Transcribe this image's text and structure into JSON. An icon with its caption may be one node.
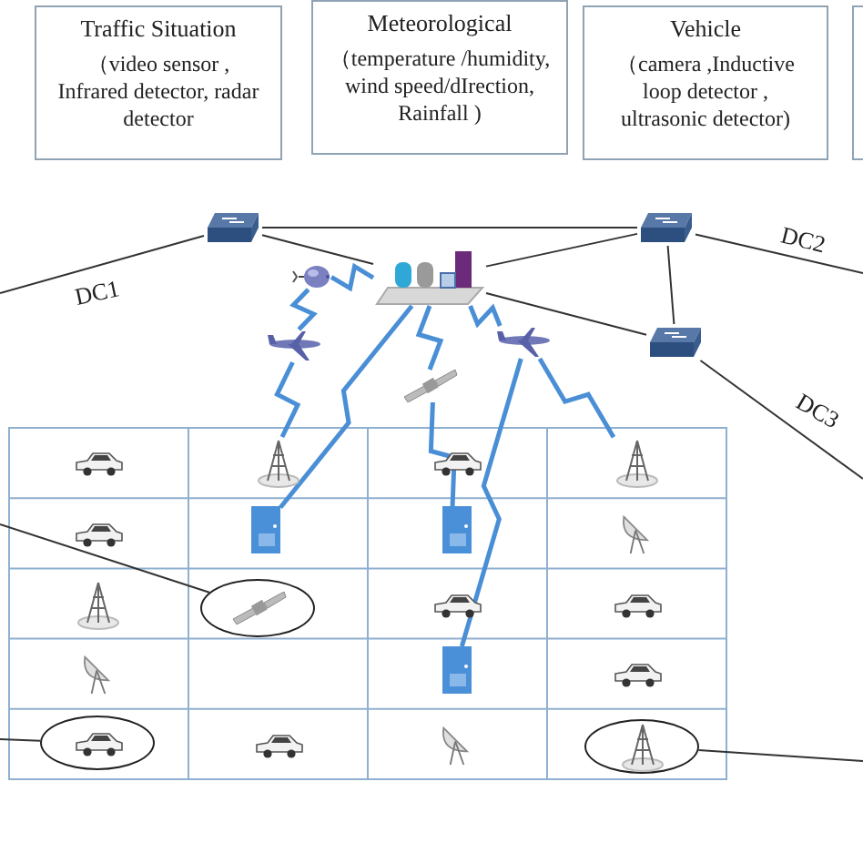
{
  "diagram": {
    "nodes": [
      {
        "text": [
          "Traffic Situation",
          "（video sensor , Infrared detector, radar detector"
        ]
      },
      {
        "text": [
          "Meteorological",
          "（temperature /humidity, wind speed/dIrection, Rainfall )"
        ]
      },
      {
        "text": [
          "Vehicle",
          "（camera ,Inductive loop detector , ultrasonic detector)"
        ]
      },
      {
        "text": [],
        "shape": "box"
      },
      {
        "text": [],
        "shape": "picture"
      },
      {
        "text": [],
        "shape": "picture"
      },
      {
        "text": [],
        "shape": "picture"
      },
      {
        "text": [],
        "shape": "picture"
      },
      {
        "text": [],
        "shape": "picture"
      },
      {
        "text": [],
        "shape": "picture"
      },
      {
        "text": [],
        "shape": "picture"
      },
      {
        "text": [],
        "shape": "picture"
      },
      {
        "text": [],
        "shape": "picture"
      },
      {
        "text": [],
        "shape": "picture"
      },
      {
        "text": [],
        "shape": "picture"
      },
      {
        "text": [],
        "shape": "picture"
      },
      {
        "text": [],
        "shape": "picture"
      },
      {
        "text": [],
        "shape": "ellipse"
      },
      {
        "text": [],
        "shape": "ellipse"
      },
      {
        "text": [],
        "shape": "ellipse"
      }
    ],
    "edges": [
      {
        "from": 4,
        "to": 5,
        "arrow": "none"
      },
      {
        "from": 4,
        "to": 7,
        "arrow": "none"
      },
      {
        "from": 5,
        "to": 7,
        "arrow": "none"
      },
      {
        "from": 5,
        "to": 6,
        "arrow": "none"
      },
      {
        "from": 7,
        "to": 6,
        "arrow": "none"
      },
      {
        "from": 4,
        "to": null,
        "arrow": "none",
        "label": "DC1"
      },
      {
        "from": 5,
        "to": null,
        "arrow": "none",
        "label": "DC2"
      },
      {
        "from": 6,
        "to": null,
        "arrow": "none",
        "label": "DC3"
      },
      {
        "from": 7,
        "to": 8,
        "arrow": "none",
        "style": "thick",
        "color": "#4a8fd6"
      },
      {
        "from": 8,
        "to": 9,
        "arrow": "none",
        "style": "thick",
        "color": "#4a8fd6"
      },
      {
        "from": 9,
        "to": 12,
        "arrow": "none",
        "style": "thick",
        "color": "#4a8fd6"
      },
      {
        "from": 7,
        "to": 13,
        "arrow": "none",
        "style": "thick",
        "color": "#4a8fd6"
      },
      {
        "from": 7,
        "to": 10,
        "arrow": "none",
        "style": "thick",
        "color": "#4a8fd6"
      },
      {
        "from": 10,
        "to": 14,
        "arrow": "none",
        "style": "thick",
        "color": "#4a8fd6"
      },
      {
        "from": 7,
        "to": 11,
        "arrow": "none",
        "style": "thick",
        "color": "#4a8fd6"
      },
      {
        "from": 11,
        "to": 15,
        "arrow": "none",
        "style": "thick",
        "color": "#4a8fd6"
      },
      {
        "from": 11,
        "to": 16,
        "arrow": "none",
        "style": "thick",
        "color": "#4a8fd6"
      },
      {
        "from": null,
        "to": 17,
        "arrow": "none"
      },
      {
        "from": null,
        "to": 18,
        "arrow": "none"
      },
      {
        "from": 19,
        "to": null,
        "arrow": "none"
      }
    ]
  }
}
